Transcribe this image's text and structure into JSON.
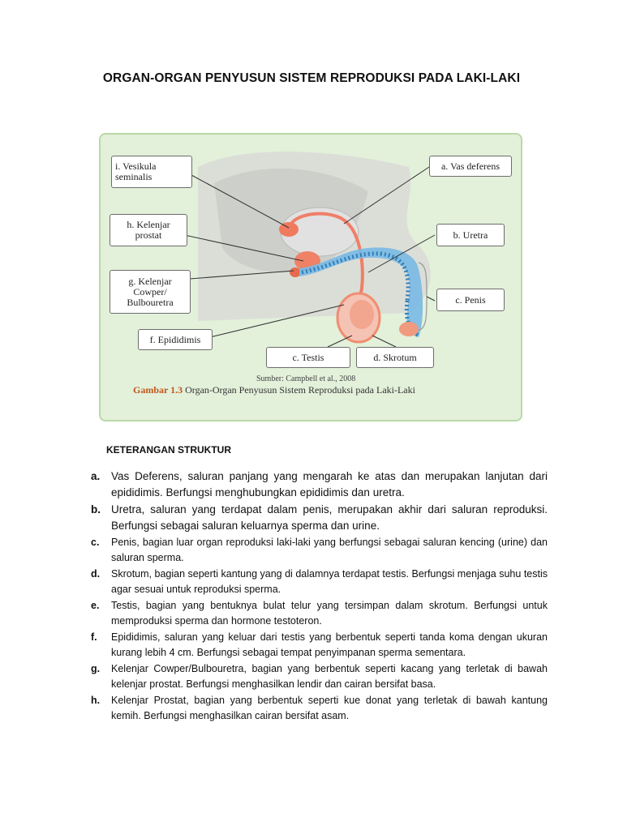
{
  "title": "ORGAN-ORGAN PENYUSUN SISTEM REPRODUKSI PADA LAKI-LAKI",
  "figure": {
    "labels": {
      "i": "i. Vesikula\nseminalis",
      "h": "h. Kelenjar\nprostat",
      "g": "g. Kelenjar\nCowper/\nBulbouretra",
      "f": "f. Epididimis",
      "a": "a. Vas deferens",
      "b": "b. Uretra",
      "c_penis": "c. Penis",
      "c_testis": "c. Testis",
      "d": "d. Skrotum"
    },
    "source": "Sumber: Campbell et al., 2008",
    "caption_num": "Gambar 1.3",
    "caption_text": "Organ-Organ Penyusun  Sistem Reproduksi pada Laki-Laki",
    "colors": {
      "background": "#e3f0da",
      "border": "#b9d9a6",
      "organ": "#f08a70",
      "urethra_dots": "#4a9bd1",
      "caption_number": "#c1561b"
    }
  },
  "subheading": "KETERANGAN STRUKTUR",
  "items": [
    {
      "marker": "a.",
      "text": "Vas Deferens, saluran panjang yang mengarah ke atas dan merupakan lanjutan dari epididimis. Berfungsi menghubungkan epididimis dan uretra."
    },
    {
      "marker": "b.",
      "text": "Uretra, saluran yang terdapat dalam penis, merupakan akhir dari saluran reproduksi. Berfungsi sebagai saluran keluarnya sperma dan urine."
    },
    {
      "marker": "c.",
      "text": "Penis, bagian luar organ reproduksi laki-laki yang berfungsi sebagai saluran kencing (urine) dan saluran sperma."
    },
    {
      "marker": "d.",
      "text": "Skrotum, bagian seperti kantung yang di dalamnya terdapat testis. Berfungsi menjaga suhu testis agar sesuai untuk reproduksi sperma."
    },
    {
      "marker": "e.",
      "text": "Testis, bagian yang bentuknya bulat telur yang tersimpan dalam skrotum. Berfungsi untuk memproduksi sperma dan hormone testoteron."
    },
    {
      "marker": "f.",
      "text": "Epididimis, saluran yang keluar dari testis yang berbentuk seperti tanda koma dengan ukuran kurang lebih 4 cm. Berfungsi sebagai tempat penyimpanan sperma sementara."
    },
    {
      "marker": "g.",
      "text": "Kelenjar Cowper/Bulbouretra, bagian yang berbentuk seperti kacang yang terletak di bawah kelenjar prostat. Berfungsi menghasilkan lendir dan cairan bersifat basa."
    },
    {
      "marker": "h.",
      "text": "Kelenjar Prostat, bagian yang berbentuk seperti kue donat yang terletak di bawah kantung kemih. Berfungsi menghasilkan cairan bersifat asam."
    }
  ]
}
